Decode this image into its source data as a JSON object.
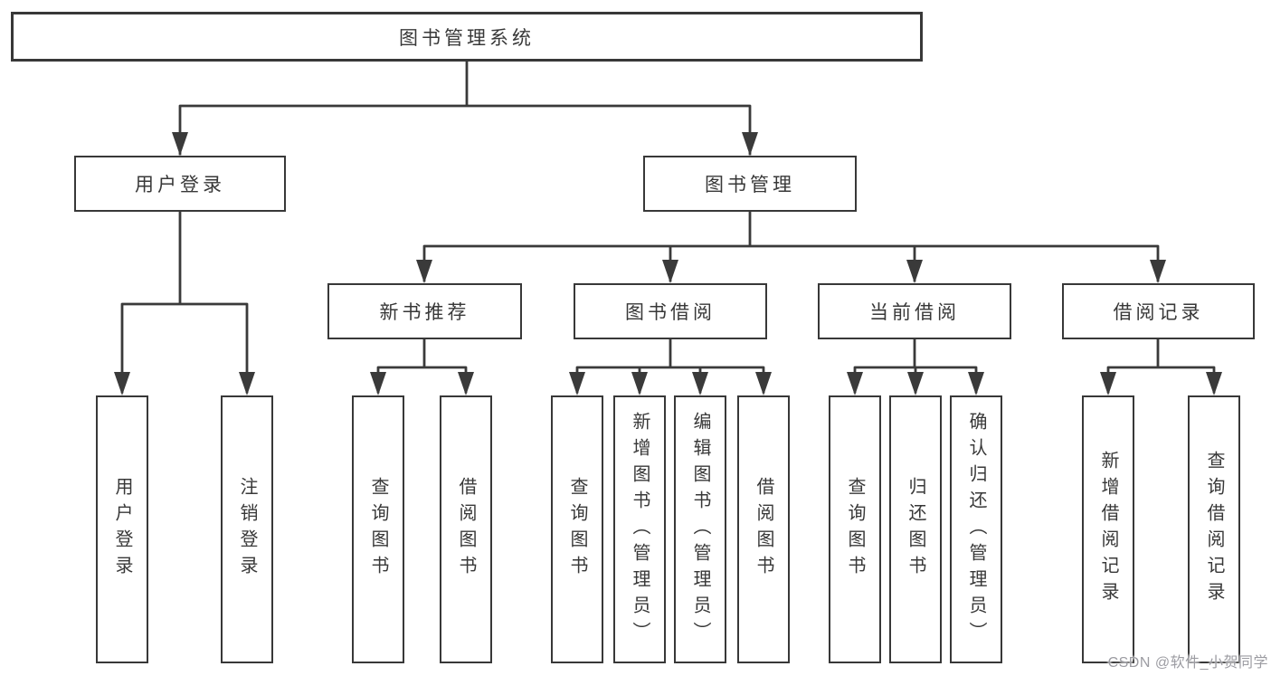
{
  "root": {
    "label": "图书管理系统"
  },
  "level2": [
    {
      "label": "用户登录"
    },
    {
      "label": "图书管理"
    }
  ],
  "level3": [
    {
      "label": "新书推荐"
    },
    {
      "label": "图书借阅"
    },
    {
      "label": "当前借阅"
    },
    {
      "label": "借阅记录"
    }
  ],
  "leaves": [
    {
      "label": "用户登录"
    },
    {
      "label": "注销登录"
    },
    {
      "label": "查询图书"
    },
    {
      "label": "借阅图书"
    },
    {
      "label": "查询图书"
    },
    {
      "label": "新增图书（管理员）"
    },
    {
      "label": "编辑图书（管理员）"
    },
    {
      "label": "借阅图书"
    },
    {
      "label": "查询图书"
    },
    {
      "label": "归还图书"
    },
    {
      "label": "确认归还（管理员）"
    },
    {
      "label": "新增借阅记录"
    },
    {
      "label": "查询借阅记录"
    }
  ],
  "watermark": {
    "text": "CSDN @软件_小贺同学"
  },
  "colors": {
    "line": "#3a3a3a",
    "box_border": "#383838",
    "text": "#383838",
    "watermark": "#9c9ca2",
    "background": "#ffffff"
  }
}
